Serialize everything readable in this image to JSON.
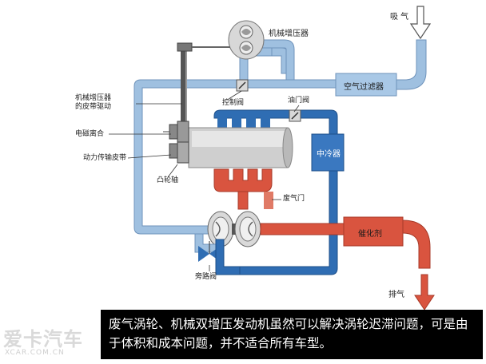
{
  "labels": {
    "intake": "吸 气",
    "supercharger": "机械增压器",
    "supercharger_belt_drive_line1": "机械增压器",
    "supercharger_belt_drive_line2": "的皮带驱动",
    "electromagnetic_clutch": "电磁离合",
    "power_belt": "动力传输皮带",
    "camshaft": "凸轮轴",
    "control_valve": "控制阀",
    "throttle_valve": "油门阀",
    "air_filter": "空气过滤器",
    "intercooler": "中冷器",
    "wastegate": "废气门",
    "catalyst": "催化剂",
    "bypass_valve": "旁路阀",
    "exhaust": "排气"
  },
  "caption": {
    "text": "废气涡轮、机械双增压发动机虽然可以解决涡轮迟滞问题，可是由于体积和成本问题，并不适合所有车型。"
  },
  "watermark": {
    "logo": "爱卡汽车",
    "site": "XCAR.COM.CN"
  },
  "colors": {
    "pipe_blue": "#8fb4d9",
    "pipe_dark_blue": "#2f6db3",
    "exhaust_red": "#d9543f",
    "intercooler_fill": "#3a78c0",
    "engine_gray": "#c8c8c8"
  }
}
